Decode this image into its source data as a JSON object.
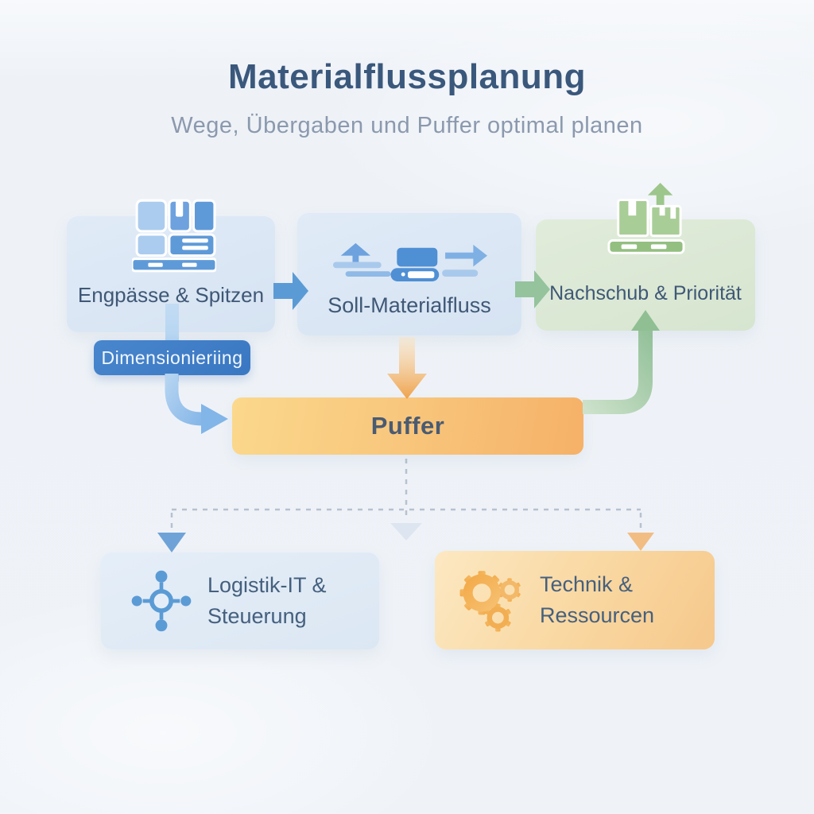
{
  "header": {
    "title": "Materialflussplanung",
    "subtitle": "Wege, Übergaben und Puffer optimal planen"
  },
  "flow": {
    "box_engpaesse": {
      "label": "Engpässe & Spitzen",
      "icon": "pallet-boxes-icon"
    },
    "box_soll": {
      "label": "Soll-Materialfluss",
      "icon": "material-flow-icon"
    },
    "box_nachschub": {
      "label": "Nachschub & Priorität",
      "icon": "restock-pallet-icon"
    },
    "badge_dimensionierung": {
      "label": "Dimensionieriing"
    },
    "box_puffer": {
      "label": "Puffer"
    },
    "box_logistik": {
      "line1": "Logistik-IT &",
      "line2": "Steuerung",
      "icon": "network-hub-icon"
    },
    "box_technik": {
      "line1": "Technik &",
      "line2": "Ressourcen",
      "icon": "gears-icon"
    }
  },
  "connectors": {
    "engpaesse_to_soll": "arrow-right-blue",
    "soll_to_nachschub": "arrow-right-green",
    "engpaesse_to_puffer": "curved-arrow-blue",
    "soll_to_puffer": "arrow-down-orange",
    "puffer_to_nachschub": "curved-arrow-up-green",
    "puffer_to_bottom": "dashed-branch-arrows"
  },
  "colors": {
    "accent_blue": "#5b9bd5",
    "accent_green": "#94c39c",
    "accent_orange": "#f0a64e",
    "badge_blue": "#3e7dc7",
    "title": "#3a587c",
    "box_text": "#3f5876",
    "blue_box_bg": "#dae6f4",
    "green_box_bg": "#dbe8d5",
    "puffer_bg_start": "#fbd88c",
    "puffer_bg_end": "#f5b167",
    "background": "#eef2f7"
  }
}
